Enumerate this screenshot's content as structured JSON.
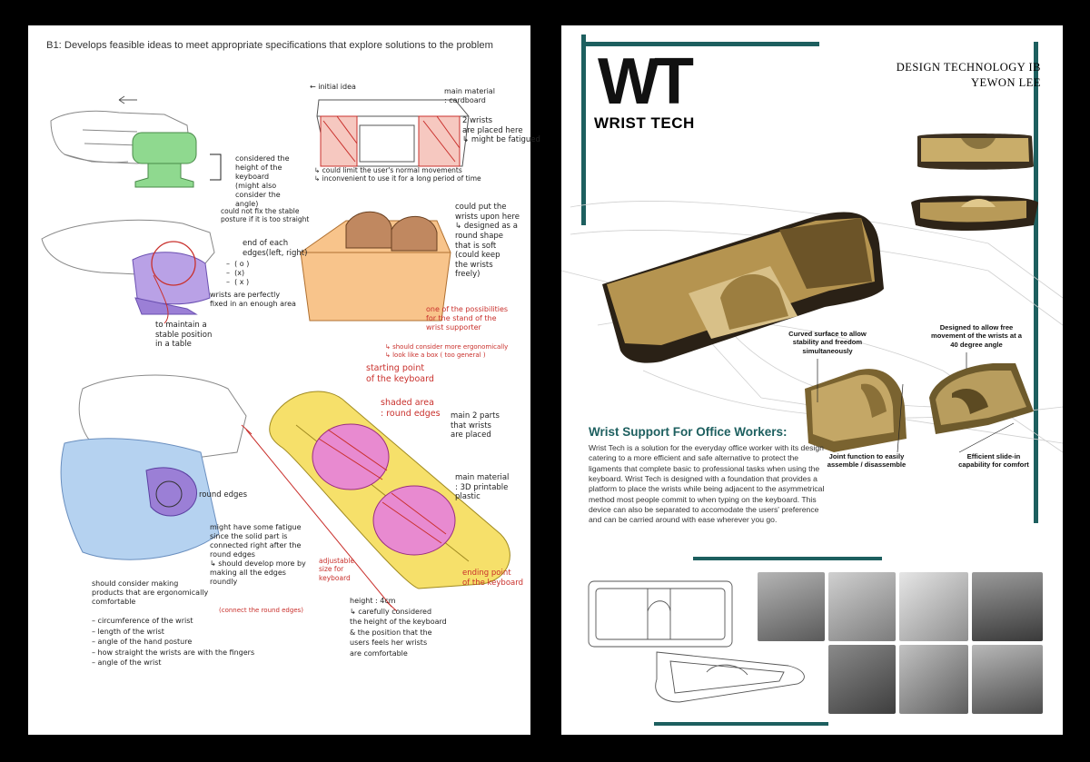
{
  "left_page": {
    "header": "B1: Develops feasible ideas to meet appropriate specifications that explore solutions to the problem",
    "notes": {
      "initial_idea": "← initial idea",
      "main_material_cardboard": "main material\n: cardboard",
      "two_wrists": "2 wrists\nare placed here\n↳ might be fatigued",
      "could_limit": "↳ could limit the user's normal movements\n↳ inconvenient to use it for a long period of time",
      "considered_height": "considered the\nheight of the\nkeyboard\n(might also\nconsider the\nangle)",
      "could_not_fix": "could not fix the stable\nposture if it is too straight",
      "end_of_each": "end of each\nedges(left, right)",
      "symbols": "–  ( o )\n–  (x)\n–  ( x )",
      "wrists_perfectly": "wrists are perfectly\nfixed in an enough area",
      "to_maintain": "to maintain a\nstable position\nin a table",
      "could_put": "could put the\nwrists upon here\n↳ designed as a\nround shape\nthat is soft\n(could keep\nthe wrists\nfreely)",
      "one_of_possibilities": "one of the possibilities\nfor the stand of the\nwrist supporter",
      "should_consider_ergonomically": "↳ should consider more ergonomically\n↳ look like a box ( too general )",
      "starting_point": "starting point\nof the keyboard",
      "shaded_area": "shaded area\n: round edges",
      "main_two_parts": "main 2 parts\nthat wrists\nare placed",
      "main_material_3d": "main material\n: 3D printable\nplastic",
      "round_edges": "round edges",
      "might_fatigue": "might have some fatigue\nsince the solid part is\nconnected right after the\nround edges\n↳ should develop more by\nmaking all the edges\nroundly",
      "connect_round_edges": "(connect the round edges)",
      "adjustable_size": "adjustable\nsize for\nkeyboard",
      "ending_point": "ending point\nof the keyboard",
      "should_consider_products": "should consider making\nproducts that are ergonomically\ncomfortable",
      "list": "– circumference of the wrist\n– length of the wrist\n– angle of the hand posture\n– how straight the wrists are with the fingers\n– angle of the wrist",
      "height": "height : 4cm\n↳ carefully considered\nthe height of the keyboard\n& the position that the\nusers feels her wrists\nare comfortable"
    }
  },
  "right_page": {
    "logo_mark": "WT",
    "brand_name": "WRIST TECH",
    "course": "DESIGN TECHNOLOGY IB",
    "author": "YEWON LEE",
    "section_title": "Wrist Support For Office Workers:",
    "description": "Wrist Tech is a solution for the everyday office worker with its design catering to a more efficient and safe alternative to protect the ligaments that complete basic to professional tasks when using the keyboard. Wrist Tech is designed with a foundation that provides a platform to place the wrists while being adjacent to the asymmetrical method most people commit to when typing on the keyboard. This device can also be separated to accomodate the users' preference and can be carried around with ease wherever you go.",
    "labels": {
      "curved": "Curved surface to\nallow stability and\nfreedom simultaneously",
      "designed": "Designed to allow free\nmovement of the wrists\nat a 40 degree angle",
      "joint": "Joint function to easily\nassemble / disassemble",
      "slide": "Efficient slide-in\ncapability for comfort"
    },
    "colors": {
      "accent": "#1d5f5f",
      "gold": "#b8a060"
    }
  }
}
